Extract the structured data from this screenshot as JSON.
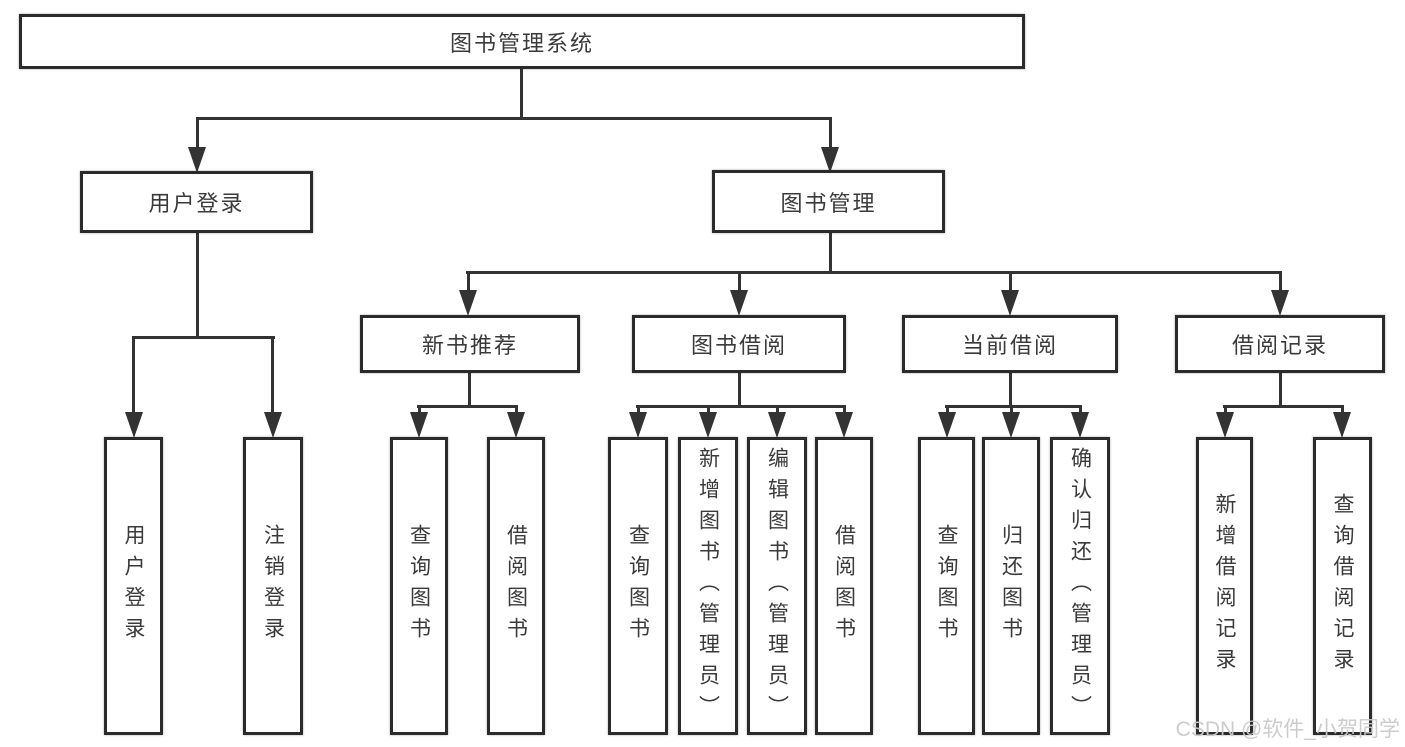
{
  "root": {
    "label": "图书管理系统"
  },
  "level2": [
    "用户登录",
    "图书管理"
  ],
  "level3": [
    "新书推荐",
    "图书借阅",
    "当前借阅",
    "借阅记录"
  ],
  "leaves": {
    "user_login": [
      "用户登录",
      "注销登录"
    ],
    "new_book": [
      "查询图书",
      "借阅图书"
    ],
    "book_borrow": [
      "查询图书",
      "新增图书（管理员）",
      "编辑图书（管理员）",
      "借阅图书"
    ],
    "current_borrow": [
      "查询图书",
      "归还图书",
      "确认归还（管理员）"
    ],
    "borrow_records": [
      "新增借阅记录",
      "查询借阅记录"
    ]
  },
  "watermark": {
    "text": "CSDN @软件_小贺同学"
  },
  "colors": {
    "line": "#333333",
    "border": "#2b2b2b",
    "text": "#3a3a3a",
    "watermark": "#c9c9c9"
  }
}
